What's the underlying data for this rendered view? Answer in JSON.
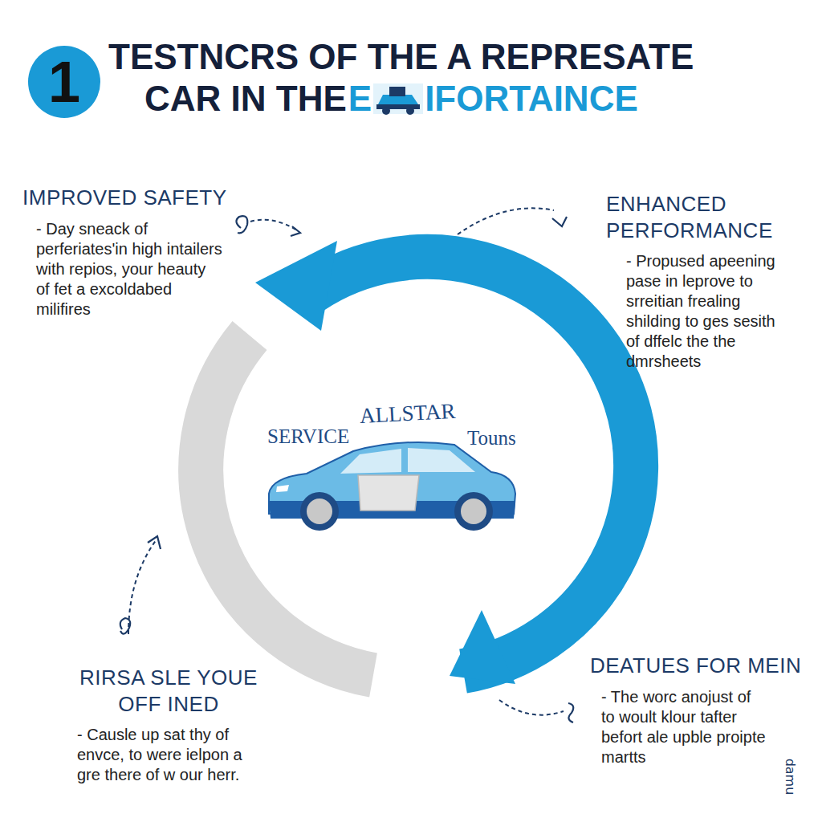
{
  "diagram": {
    "title": "TESTNCRS OF THE A REPRESATE",
    "nodes": [
      {
        "text": [
          "IMPROVED SAFETY",
          "- Day sneack of perferiates'in high intailers with repios, your heauty of fet a excoldabed milifires"
        ]
      },
      {
        "text": [
          "ENHANCED PERFORMANCE",
          "- Propused apeening pase in leprove to srreitian frealing shilding to ges sesith of dffelc the the dmrsheets"
        ]
      },
      {
        "text": [
          "RIRSA SLE YOUE OFF INED",
          "- Causle up sat thy of envce, to were ielpon a gre there of w our herr."
        ]
      },
      {
        "text": [
          "DEATUES FOR MEIN",
          "- The worc anojust of to woult klour tafter befort ale upble proipte martts"
        ]
      }
    ],
    "labels": [
      "1",
      "CAR IN THE",
      "E",
      "IFORTAINCE",
      "SERVICE",
      "ALLSTAR",
      "Touns",
      "damu"
    ]
  }
}
